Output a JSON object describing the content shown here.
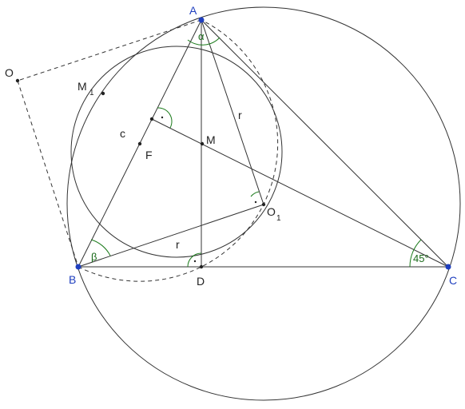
{
  "points": {
    "A": "A",
    "B": "B",
    "C": "C",
    "D": "D",
    "O": "O",
    "M": "M",
    "F": "F",
    "M1_main": "M",
    "M1_sub": "1",
    "O1_main": "O",
    "O1_sub": "1"
  },
  "segments": {
    "c": "c",
    "r_upper": "r",
    "r_lower": "r"
  },
  "angles": {
    "alpha": "α",
    "beta": "β",
    "gamma": "45°"
  },
  "colors": {
    "vertex": "#1f3fbf",
    "angle_mark": "#1a7a1a",
    "line": "#333333"
  }
}
